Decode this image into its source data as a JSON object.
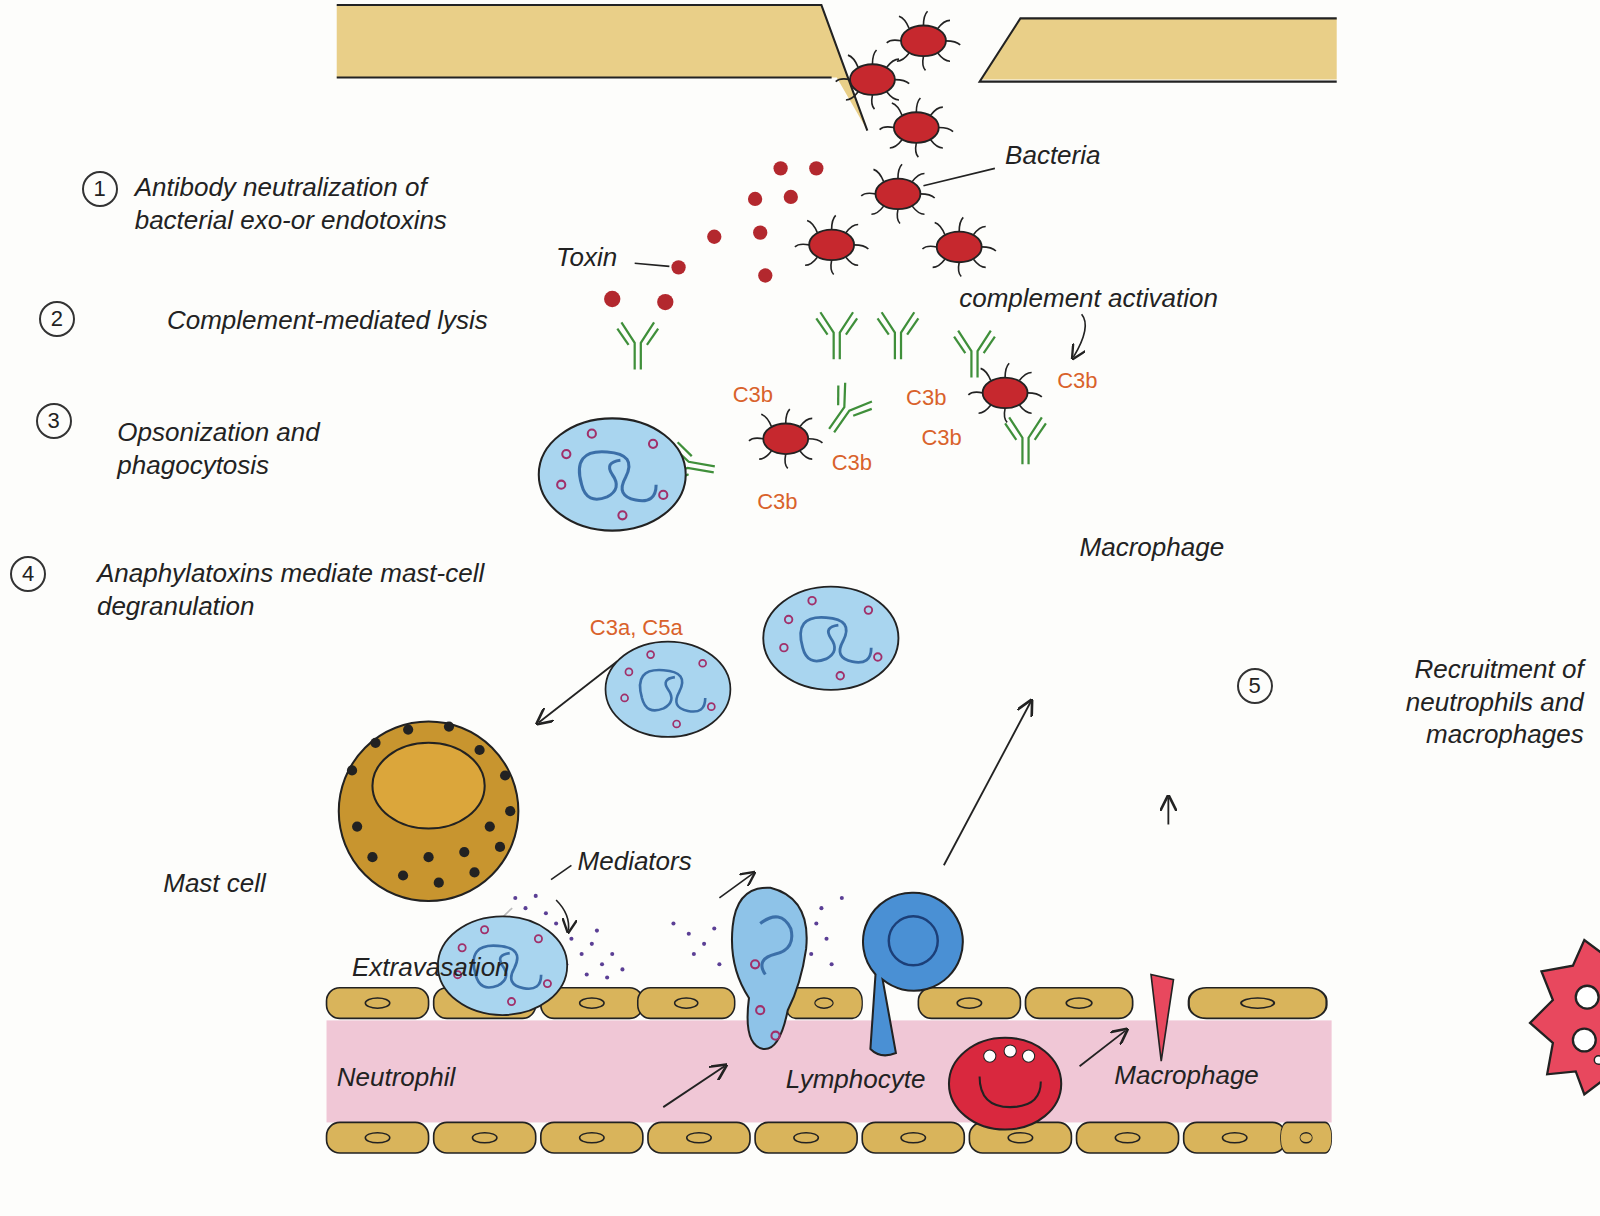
{
  "diagram": {
    "labels": [
      "1",
      "Antibody neutralization of bacterial exo-or endotoxins",
      "Toxin",
      "Bacteria",
      "2",
      "Complement-mediated lysis",
      "complement activation",
      "3",
      "Opsonization and phagocytosis",
      "C3b",
      "C3b",
      "C3b",
      "C3b",
      "C3b",
      "C3b",
      "Macrophage",
      "4",
      "Anaphylatoxins mediate mast-cell degranulation",
      "C3a, C5a",
      "5",
      "Recruitment of neutrophils and macrophages",
      "Mast cell",
      "Mediators",
      "Extravasation",
      "Neutrophil",
      "Lymphocyte",
      "Macrophage"
    ]
  }
}
